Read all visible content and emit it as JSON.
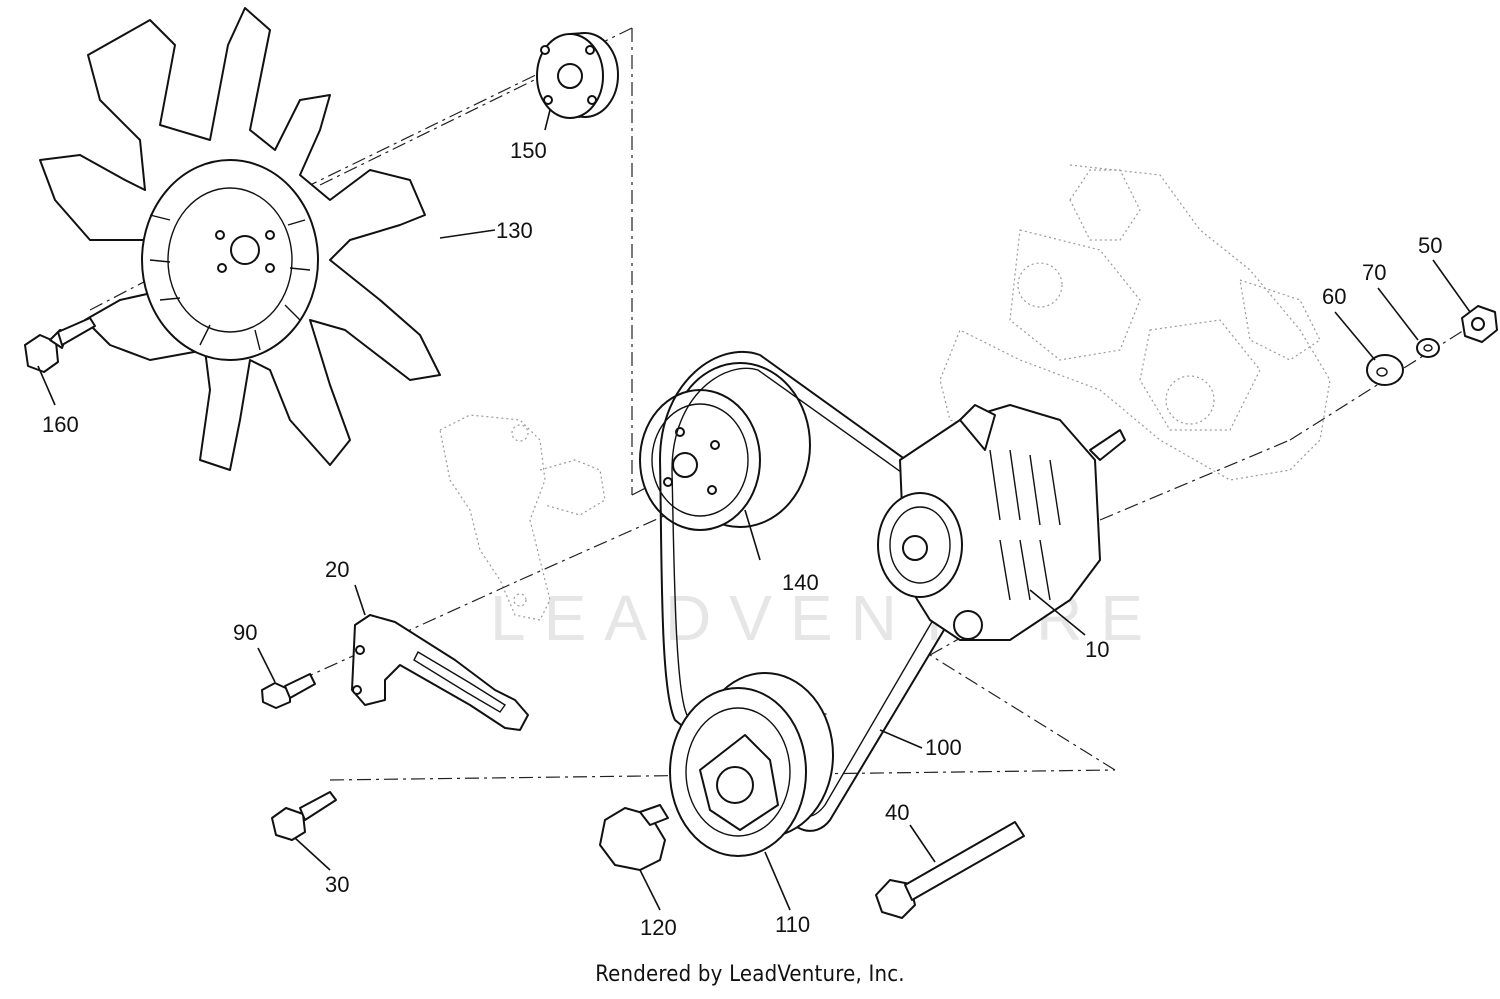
{
  "callouts": {
    "c150": "150",
    "c130": "130",
    "c160": "160",
    "c140": "140",
    "c10": "10",
    "c50": "50",
    "c70": "70",
    "c60": "60",
    "c20": "20",
    "c90": "90",
    "c100": "100",
    "c40": "40",
    "c30": "30",
    "c120": "120",
    "c110": "110"
  },
  "watermark": "LEADVENTURE",
  "footer": "Rendered by LeadVenture, Inc."
}
